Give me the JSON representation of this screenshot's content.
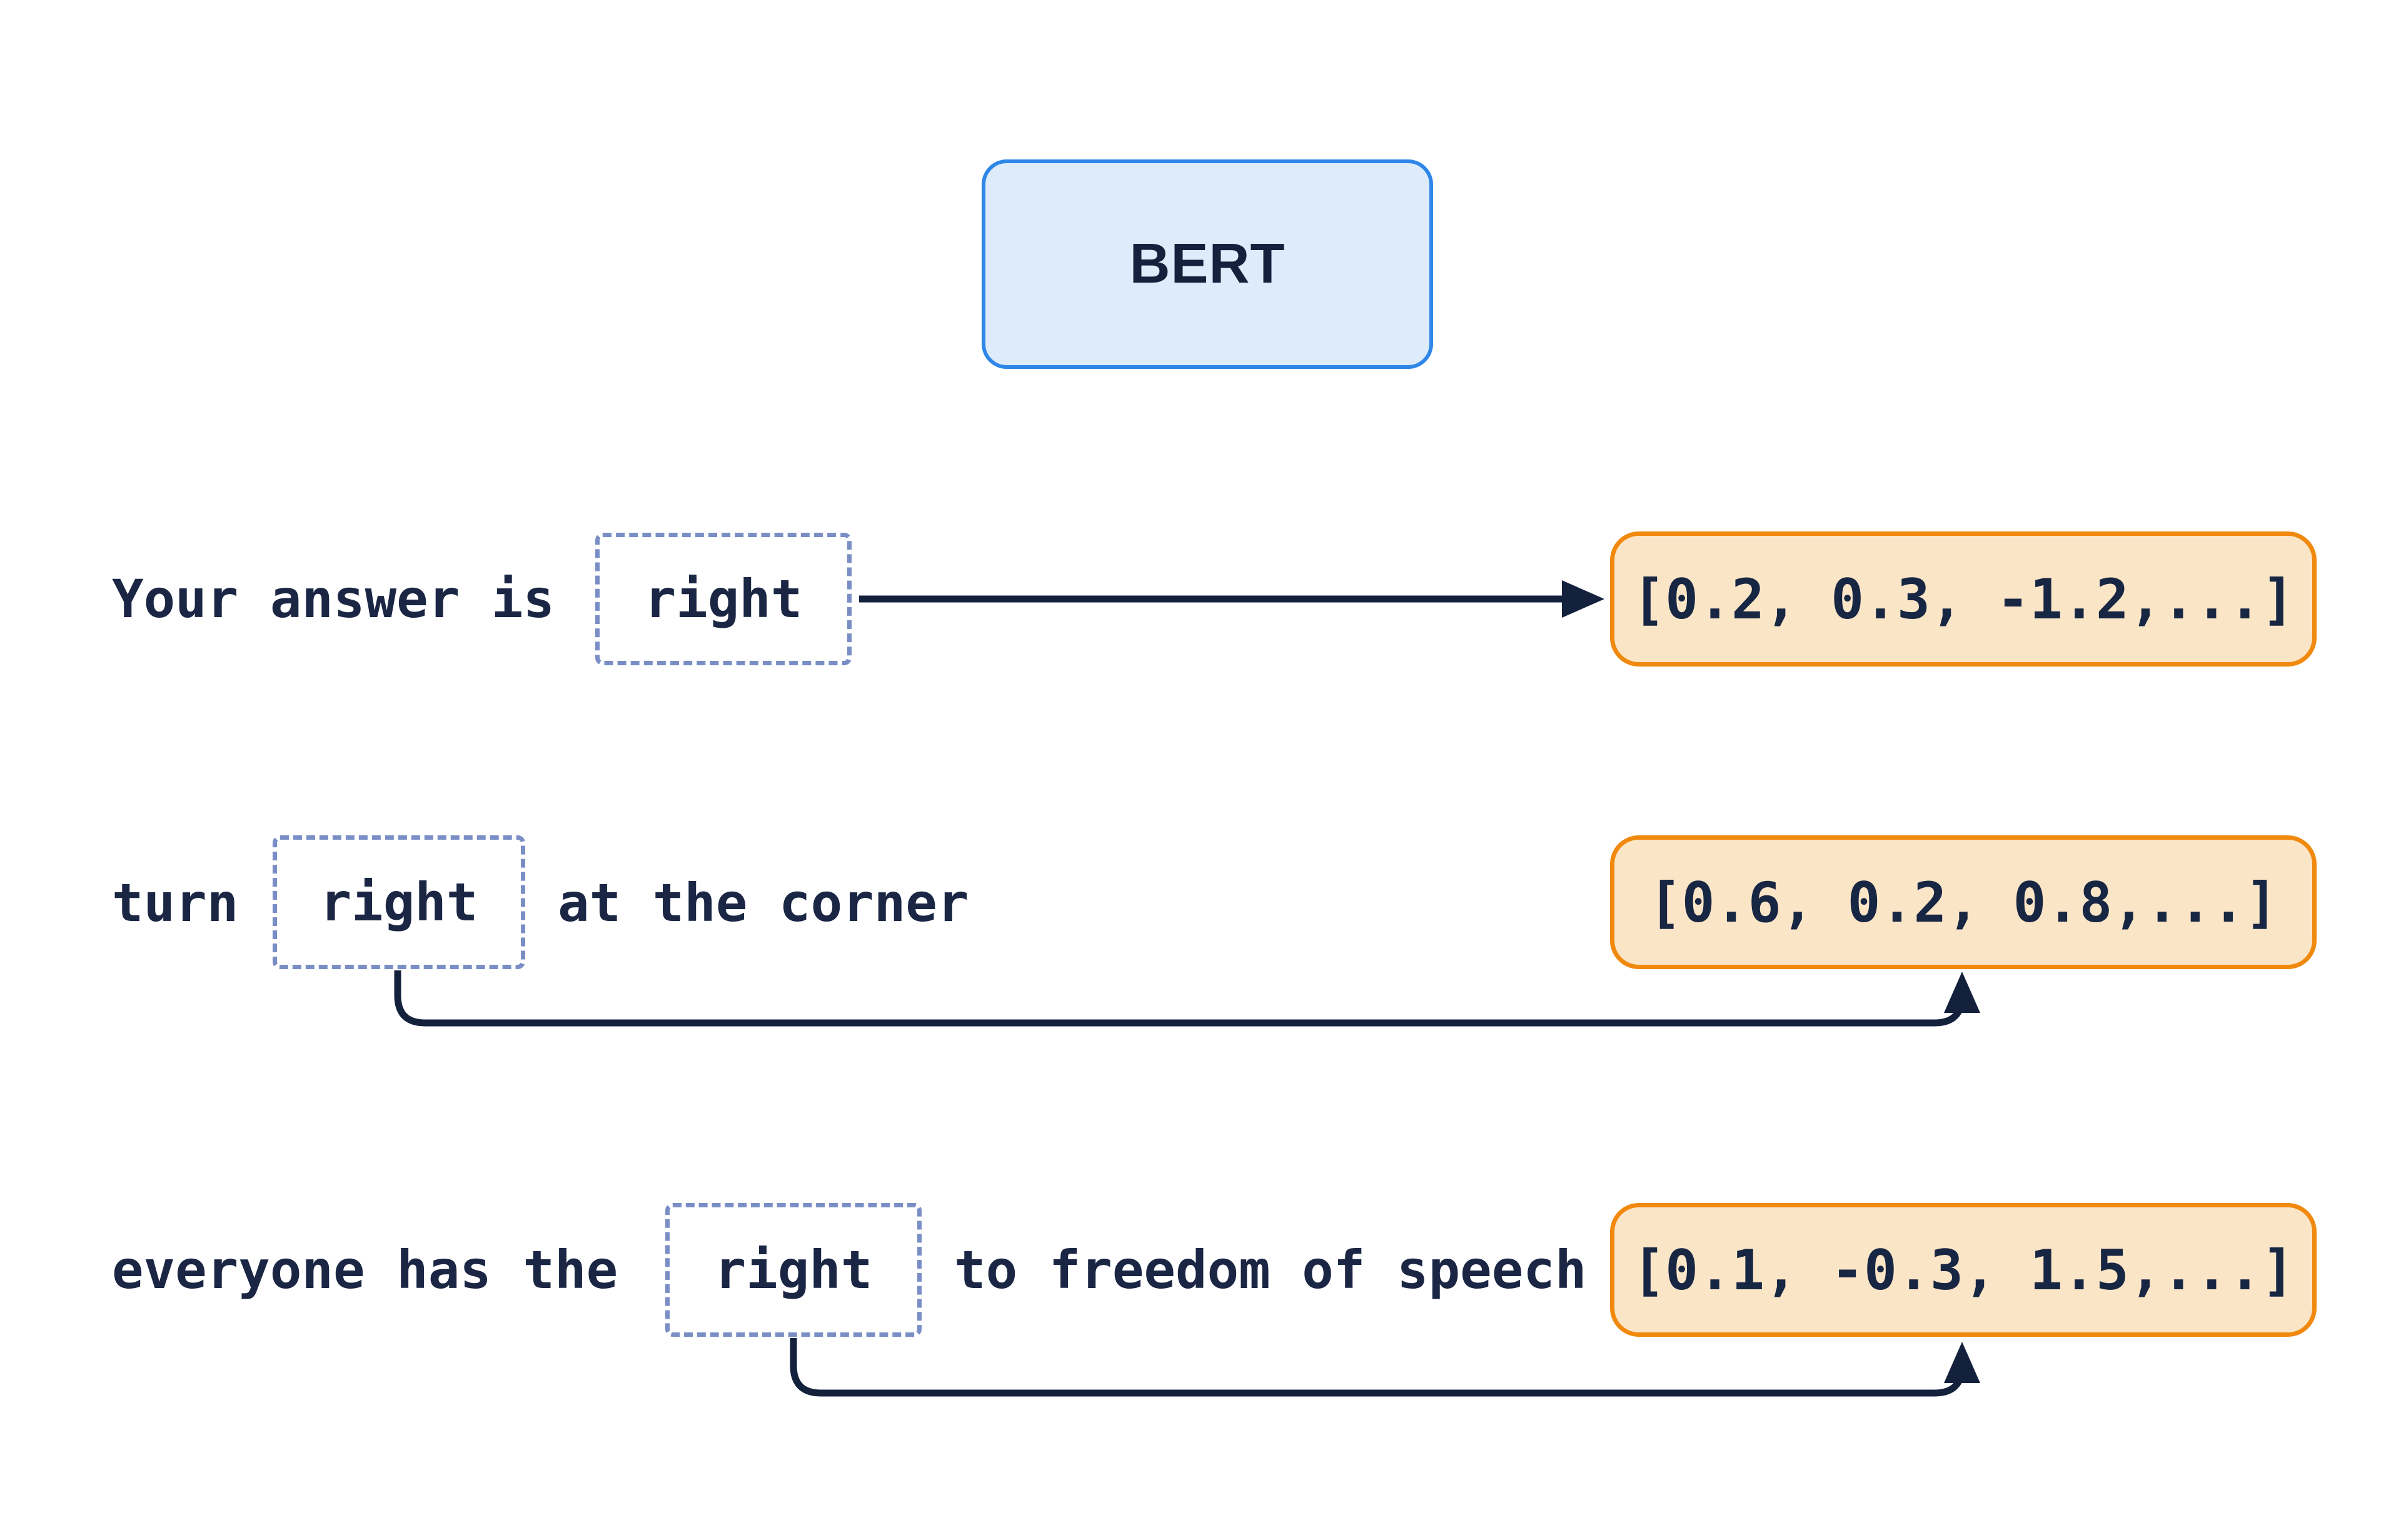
{
  "model_box": {
    "label": "BERT"
  },
  "rows": [
    {
      "prefix": "Your answer is",
      "token": "right",
      "suffix": "",
      "vector": "[0.2, 0.3, -1.2,...]"
    },
    {
      "prefix": "turn",
      "token": "right",
      "suffix": "at the corner",
      "vector": "[0.6, 0.2, 0.8,...]"
    },
    {
      "prefix": "everyone has the",
      "token": "right",
      "suffix": "to freedom of speech",
      "vector": "[0.1, -0.3, 1.5,...]"
    }
  ],
  "colors": {
    "text_navy": "#1A2644",
    "arrow_navy": "#14213D",
    "token_box_dash": "#7A8EC6",
    "model_box_border": "#2E87E8",
    "model_box_fill": "#DDEBFA",
    "vector_box_border": "#F0890D",
    "vector_box_fill": "#FAE5C7",
    "background": "#FFFFFF"
  }
}
